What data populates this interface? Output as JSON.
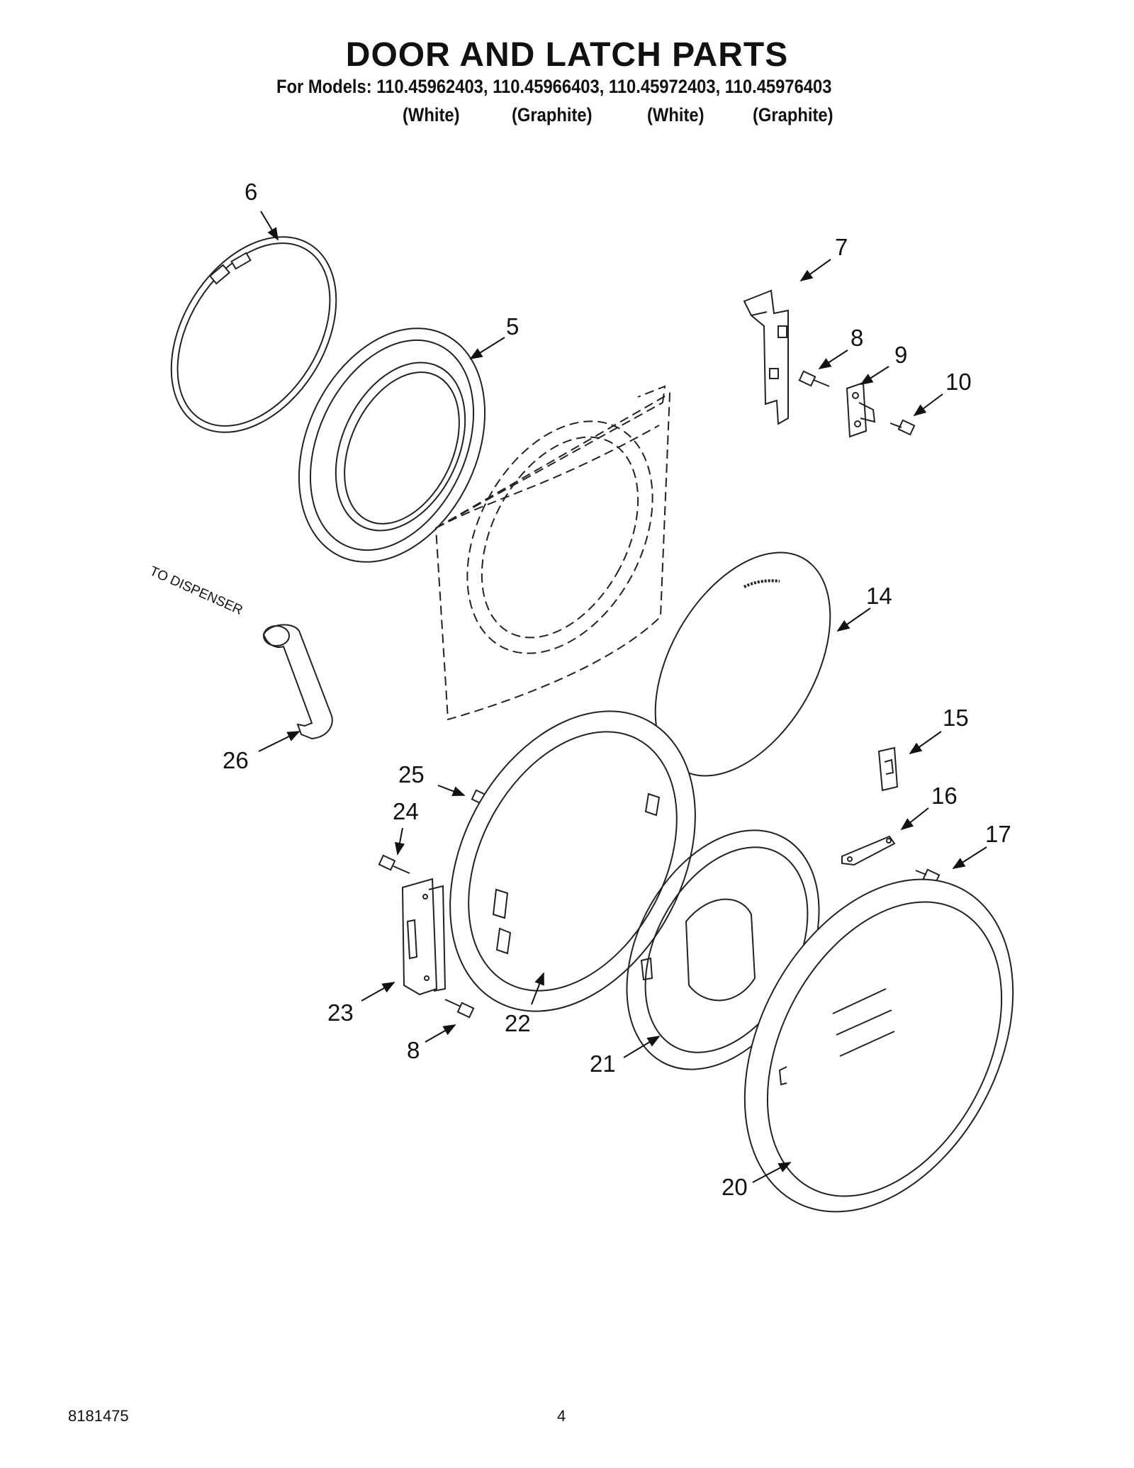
{
  "header": {
    "title": "DOOR AND LATCH PARTS",
    "models_line": "For Models: 110.45962403, 110.45966403, 110.45972403, 110.45976403",
    "variants": [
      "(White)",
      "(Graphite)",
      "(White)",
      "(Graphite)"
    ]
  },
  "diagram": {
    "dispenser_note": "TO DISPENSER",
    "callouts": [
      "6",
      "5",
      "7",
      "8",
      "9",
      "10",
      "14",
      "15",
      "16",
      "17",
      "26",
      "25",
      "24",
      "23",
      "8",
      "22",
      "21",
      "20"
    ]
  },
  "footer": {
    "doc_number": "8181475",
    "page_number": "4"
  }
}
